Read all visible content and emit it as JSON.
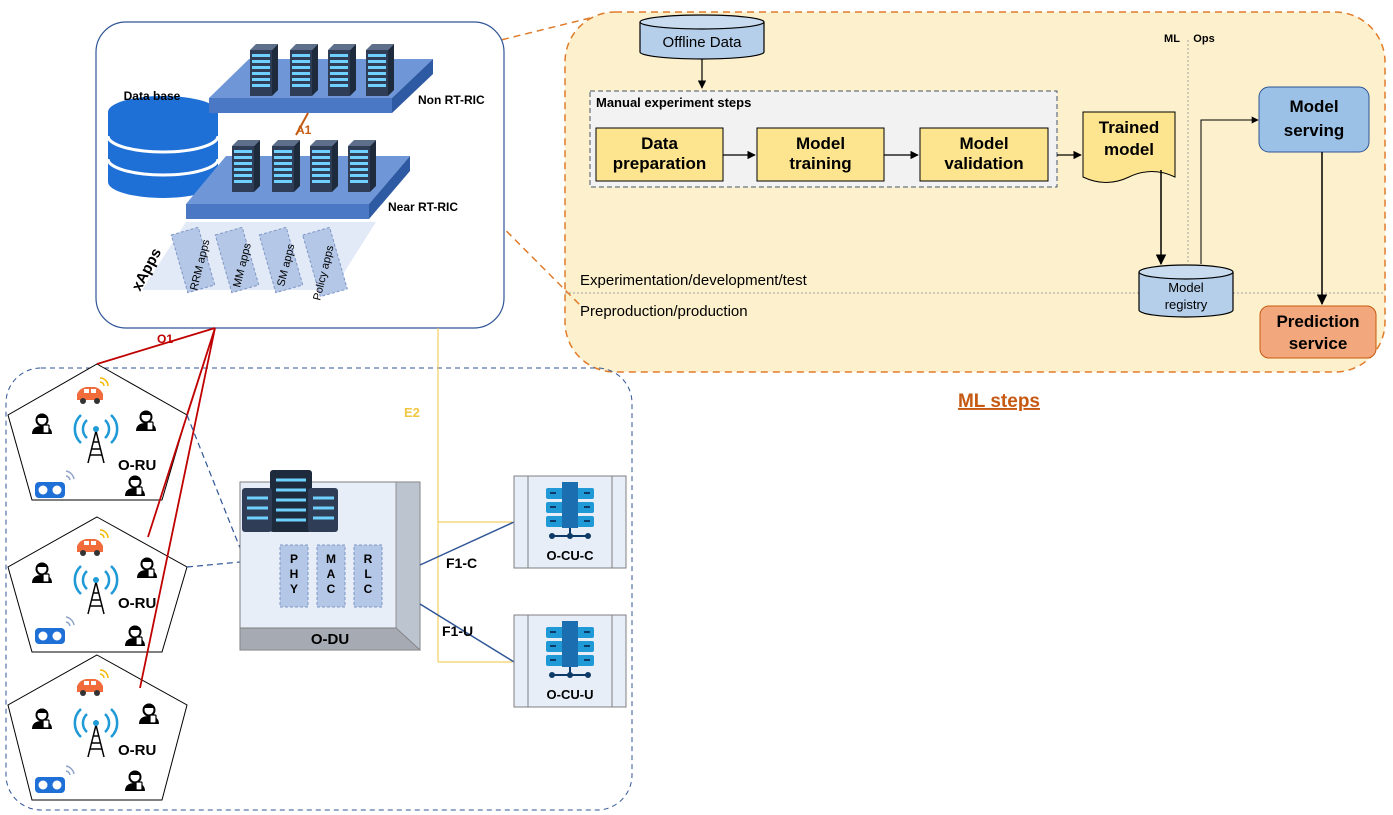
{
  "ric": {
    "database_label": "Data base",
    "non_rt_label": "Non RT-RIC",
    "near_rt_label": "Near RT-RIC",
    "xapps_label": "xApps",
    "apps": [
      "RRM apps",
      "MM apps",
      "SM apps",
      "Policy apps"
    ]
  },
  "interfaces": {
    "a1": "A1",
    "o1": "O1",
    "e2": "E2",
    "f1c": "F1-C",
    "f1u": "F1-U"
  },
  "ran": {
    "oru_labels": [
      "O-RU",
      "O-RU",
      "O-RU"
    ],
    "odu_label": "O-DU",
    "odu_layers": [
      "P\nH\nY",
      "M\nA\nC",
      "R\nL\nC"
    ],
    "ocu_c_label": "O-CU-C",
    "ocu_u_label": "O-CU-U"
  },
  "ml": {
    "offline_data": "Offline Data",
    "manual_steps_title": "Manual experiment steps",
    "steps": [
      "Data\npreparation",
      "Model\ntraining",
      "Model\nvalidation"
    ],
    "trained_model": "Trained\nmodel",
    "model_registry": "Model\nregistry",
    "model_serving": "Model\nserving",
    "prediction_service": "Prediction\nservice",
    "ml_label": "ML",
    "ops_label": "Ops",
    "exp_label": "Experimentation/development/test",
    "prod_label": "Preproduction/production",
    "caption": "ML steps"
  },
  "colors": {
    "ml_panel": "#fdf0cc",
    "ml_border": "#e07b2a",
    "step_fill": "#fde58f",
    "serving_fill": "#9bc1e6",
    "prediction_fill": "#f3a77c",
    "slab": "#4a78c4",
    "o1_line": "#c00000",
    "e2_line": "#f2c640",
    "ran_dash": "#2f5597",
    "caption": "#c65911"
  }
}
